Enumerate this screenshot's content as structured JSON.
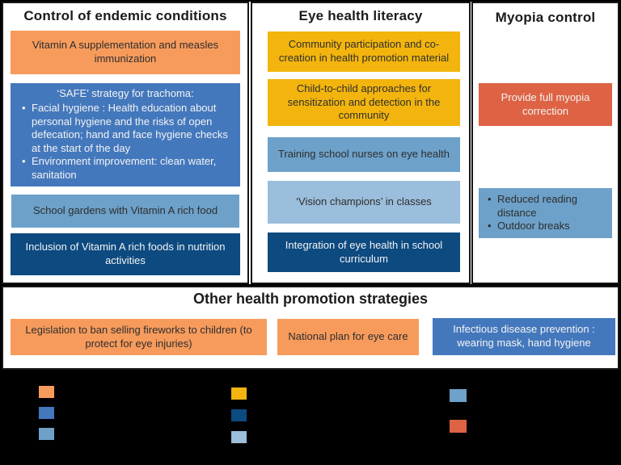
{
  "palette": {
    "orange": "#F79B5C",
    "medium_blue": "#4478BD",
    "steel_blue": "#6DA1C9",
    "pale_blue": "#9ABEDB",
    "navy": "#0D4A80",
    "yellow": "#F3B50D",
    "red_orange": "#DE6345",
    "panel_bg": "#FFFFFF",
    "page_bg": "#000000",
    "border": "#161616"
  },
  "columns": [
    {
      "title": "Control of endemic conditions",
      "boxes": [
        {
          "text": "Vitamin A supplementation and measles immunization",
          "color": "orange"
        },
        {
          "title": "‘SAFE’ strategy for trachoma:",
          "bullets": [
            "Facial hygiene : Health education about personal hygiene and the risks of open defecation; hand and face hygiene checks at the start of the day",
            "Environment improvement: clean water, sanitation"
          ],
          "color": "medium_blue"
        },
        {
          "text": "School gardens with Vitamin A rich food",
          "color": "steel_blue"
        },
        {
          "text": "Inclusion of Vitamin A rich foods in nutrition activities",
          "color": "navy"
        }
      ]
    },
    {
      "title": "Eye health literacy",
      "boxes": [
        {
          "text": "Community participation and co-creation in health promotion material",
          "color": "yellow"
        },
        {
          "text": "Child-to-child approaches for sensitization and detection in the community",
          "color": "yellow"
        },
        {
          "text": "Training school nurses on eye health",
          "color": "steel_blue"
        },
        {
          "text": "‘Vision champions’ in classes",
          "color": "pale_blue"
        },
        {
          "text": "Integration of eye health in school curriculum",
          "color": "navy"
        }
      ]
    },
    {
      "title": "Myopia control",
      "boxes": [
        {
          "text": "Provide full myopia correction",
          "color": "red_orange"
        },
        {
          "bullets": [
            "Reduced reading distance",
            "Outdoor breaks"
          ],
          "color": "steel_blue"
        }
      ]
    }
  ],
  "bottom_panel": {
    "title": "Other health promotion strategies",
    "boxes": [
      {
        "text": "Legislation to ban selling fireworks to children (to protect for eye injuries)",
        "color": "orange"
      },
      {
        "text": "National plan for eye care",
        "color": "orange"
      },
      {
        "text": "Infectious disease prevention : wearing mask, hand hygiene",
        "color": "medium_blue"
      }
    ]
  },
  "legend": {
    "groups": [
      {
        "swatches": [
          "orange",
          "medium_blue",
          "steel_blue"
        ]
      },
      {
        "swatches": [
          "yellow",
          "navy",
          "pale_blue"
        ]
      },
      {
        "swatches": [
          "steel_blue",
          "red_orange"
        ]
      }
    ]
  }
}
